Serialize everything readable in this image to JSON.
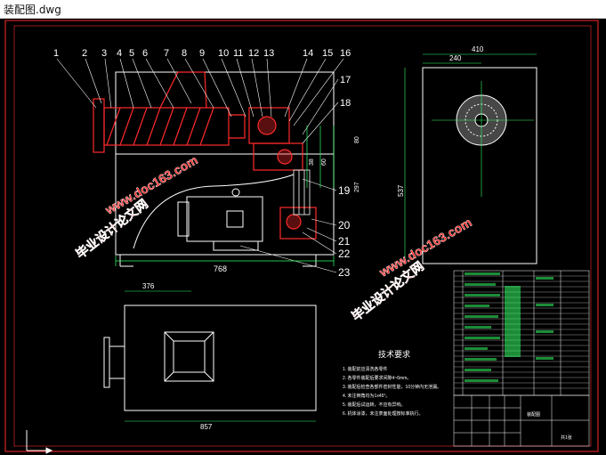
{
  "window": {
    "title": "装配图.dwg"
  },
  "drawing": {
    "part_numbers": [
      "1",
      "2",
      "3",
      "4",
      "5",
      "6",
      "7",
      "8",
      "9",
      "10",
      "11",
      "12",
      "13",
      "14",
      "15",
      "16",
      "17",
      "18",
      "19",
      "20",
      "21",
      "22",
      "23"
    ],
    "dimensions": {
      "front_width": "768",
      "side_width_total": "410",
      "side_width_partial": "240",
      "side_height": "537",
      "side_small_1": "80",
      "side_small_2": "297",
      "side_small_3": "38",
      "side_small_4": "60",
      "top_width": "857",
      "top_offset": "376"
    },
    "technical_requirements": {
      "heading": "技术要求",
      "items": [
        "1. 装配前应清洗各零件",
        "2. 各零件装配后要求间隙4~6mm。",
        "3. 装配后检查各部件密封性能，10分钟内无泄漏。",
        "4. 未注倒角均为1x45°。",
        "5. 装配后试运转，不应有异响。",
        "6. 机体涂漆，未注表面处理按标准执行。"
      ]
    },
    "watermark": {
      "text_cn": "毕业设计论文网",
      "url": "www.doc163.com"
    },
    "title_block": {
      "name": "装配图",
      "sheet": "共1张"
    },
    "colors": {
      "background": "#000000",
      "outline": "#ffffff",
      "frame": "#ff2a2a",
      "dimension": "#33ff66",
      "watermark": "#ff2a2a",
      "auger": "#ff2a2a"
    }
  }
}
